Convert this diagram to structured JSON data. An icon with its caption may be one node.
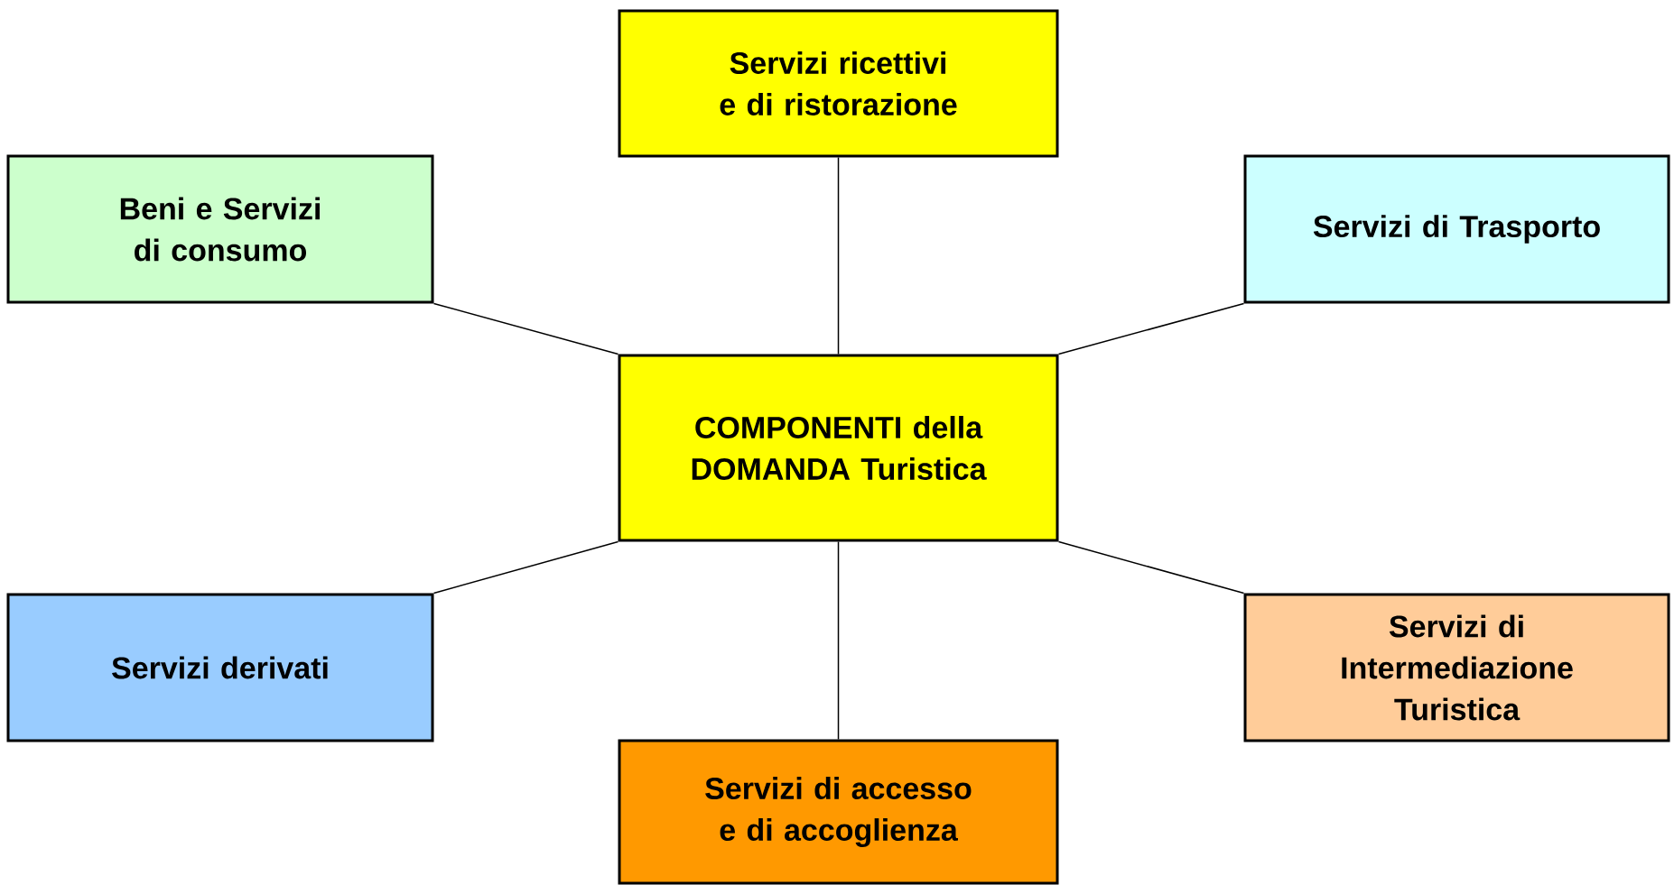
{
  "diagram": {
    "nodes": [
      {
        "text": [
          "Servizi ricettivi e di ristorazione"
        ]
      },
      {
        "text": [
          "Beni e Servizi di consumo"
        ]
      },
      {
        "text": [
          "Servizi di Trasporto"
        ]
      },
      {
        "text": [
          "COMPONENTI della DOMANDA Turistica"
        ]
      },
      {
        "text": [
          "Servizi derivati"
        ]
      },
      {
        "text": [
          "Servizi di Intermediazione Turistica"
        ]
      },
      {
        "text": [
          "Servizi di accesso e di accoglienza"
        ]
      }
    ],
    "edges": [
      {
        "from": 3,
        "to": 0,
        "arrow": "none"
      },
      {
        "from": 3,
        "to": 1,
        "arrow": "none"
      },
      {
        "from": 3,
        "to": 2,
        "arrow": "none"
      },
      {
        "from": 3,
        "to": 4,
        "arrow": "none"
      },
      {
        "from": 3,
        "to": 5,
        "arrow": "none"
      },
      {
        "from": 3,
        "to": 6,
        "arrow": "none"
      }
    ]
  }
}
